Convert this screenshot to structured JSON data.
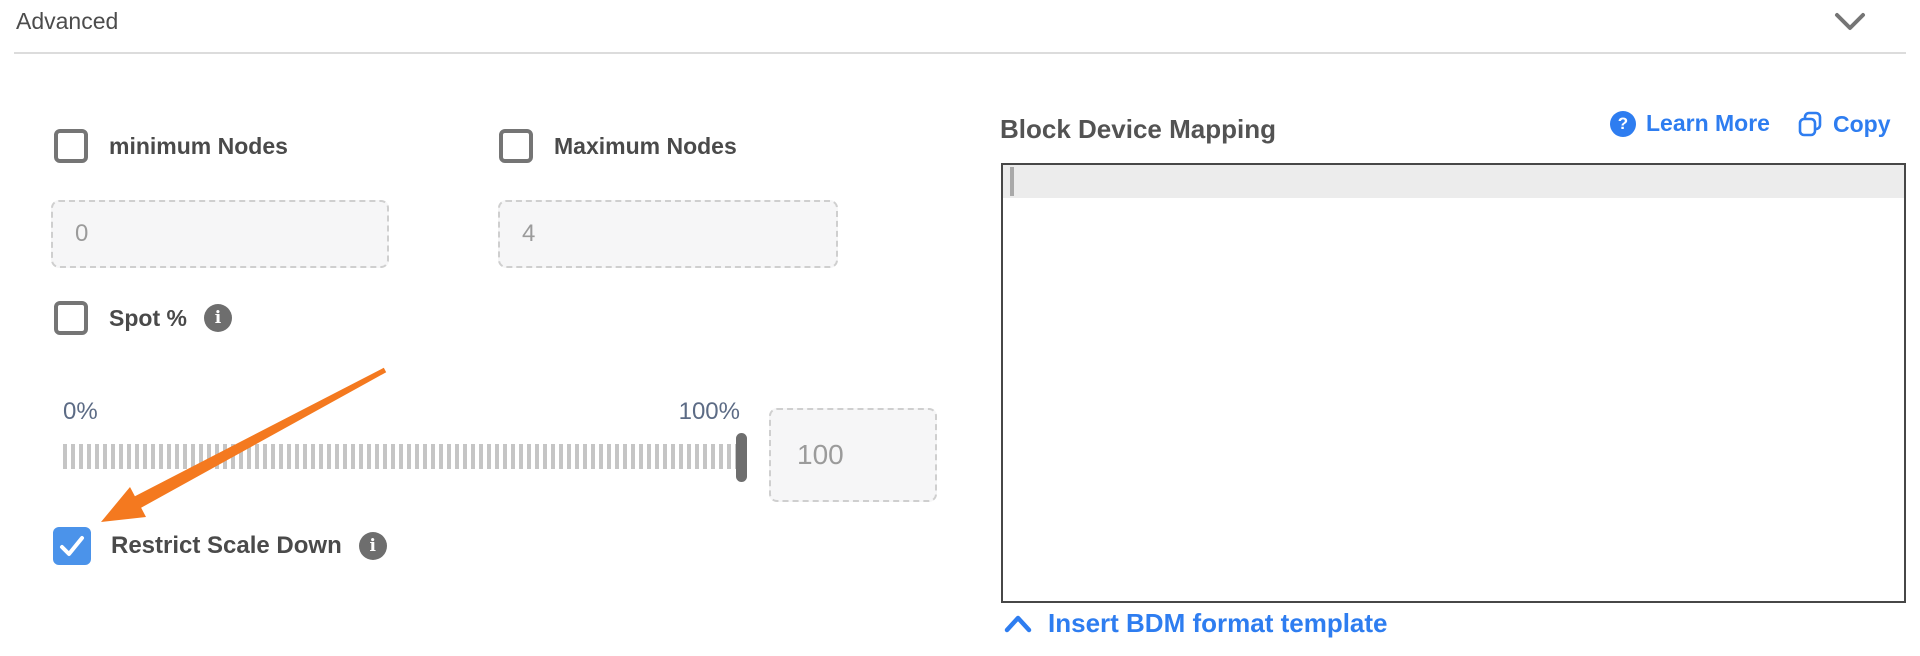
{
  "header": {
    "title": "Advanced",
    "collapse_icon": "chevron-down"
  },
  "left_panel": {
    "min_nodes": {
      "label": "minimum Nodes",
      "checked": false,
      "value": "0"
    },
    "max_nodes": {
      "label": "Maximum Nodes",
      "checked": false,
      "value": "4"
    },
    "spot": {
      "label": "Spot %",
      "checked": false,
      "info_glyph": "i"
    },
    "slider": {
      "min_label": "0%",
      "max_label": "100%",
      "value": "100",
      "position_percent": 100
    },
    "restrict_scale_down": {
      "label": "Restrict Scale Down",
      "checked": true,
      "info_glyph": "i"
    }
  },
  "right_panel": {
    "title": "Block Device Mapping",
    "learn_more_label": "Learn More",
    "learn_more_glyph": "?",
    "copy_label": "Copy",
    "editor": {
      "content": "",
      "cursor_visible": true,
      "active_line": 1
    },
    "template_link_label": "Insert BDM format template"
  },
  "annotation": {
    "type": "arrow",
    "color": "#f4791f",
    "points_at": "restrict-scale-down-checkbox"
  },
  "colors": {
    "accent_blue": "#2e7df0",
    "checkbox_checked_blue": "#4b93ea",
    "label_gray": "#4a4a4a",
    "slider_label_blue_gray": "#5c6b85",
    "annotation_orange": "#f4791f",
    "info_badge_gray": "#6e6e6e"
  }
}
